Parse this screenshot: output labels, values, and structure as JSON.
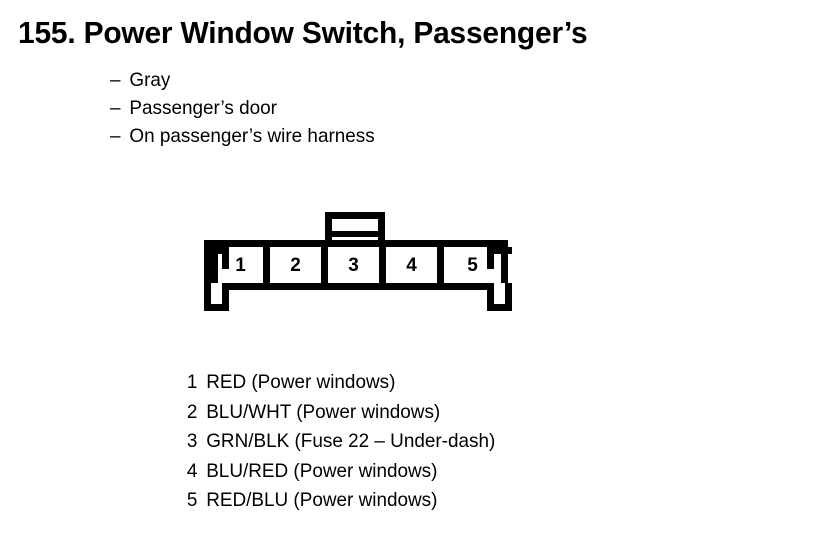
{
  "page": {
    "item_number": "155.",
    "title": "155. Power Window Switch, Passenger’s",
    "background_color": "#ffffff",
    "ink_color": "#000000"
  },
  "attributes": {
    "bullet_glyph": "–",
    "items": [
      {
        "label": "Gray"
      },
      {
        "label": "Passenger’s door"
      },
      {
        "label": "On passenger’s wire harness"
      }
    ]
  },
  "connector": {
    "type": "5-pin-connector-face-view",
    "pin_count": 5,
    "latch_icon": "latch-tab-icon",
    "cells": [
      {
        "number": "1"
      },
      {
        "number": "2"
      },
      {
        "number": "3"
      },
      {
        "number": "4"
      },
      {
        "number": "5"
      }
    ]
  },
  "pin_legend": {
    "rows": [
      {
        "pin": "1",
        "wire": "RED (Power windows)"
      },
      {
        "pin": "2",
        "wire": "BLU/WHT (Power windows)"
      },
      {
        "pin": "3",
        "wire": "GRN/BLK (Fuse 22 – Under-dash)"
      },
      {
        "pin": "4",
        "wire": "BLU/RED (Power windows)"
      },
      {
        "pin": "5",
        "wire": "RED/BLU (Power windows)"
      }
    ]
  }
}
